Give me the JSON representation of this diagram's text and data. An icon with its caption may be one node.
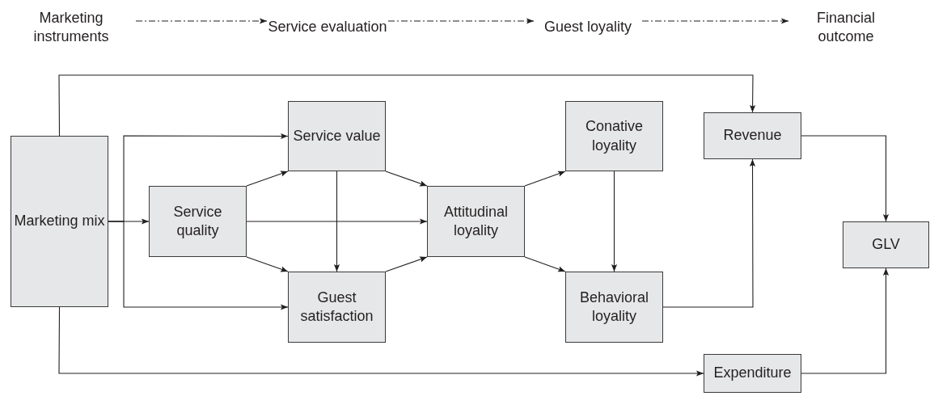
{
  "diagram": {
    "nodes": [
      {
        "text": [
          "Marketing instruments"
        ]
      },
      {
        "text": [
          "Service evaluation"
        ]
      },
      {
        "text": [
          "Guest loyality"
        ]
      },
      {
        "text": [
          "Financial outcome"
        ]
      },
      {
        "text": [
          "Marketing mix"
        ]
      },
      {
        "text": [
          "Service quality"
        ]
      },
      {
        "text": [
          "Service value"
        ]
      },
      {
        "text": [
          "Guest satisfaction"
        ]
      },
      {
        "text": [
          "Attitudinal loyality"
        ]
      },
      {
        "text": [
          "Conative loyality"
        ]
      },
      {
        "text": [
          "Behavioral loyality"
        ]
      },
      {
        "text": [
          "Revenue"
        ]
      },
      {
        "text": [
          "GLV"
        ]
      },
      {
        "text": [
          "Expenditure"
        ]
      }
    ],
    "edges": [
      {
        "from": 0,
        "to": 1,
        "arrow": "to",
        "style": "dashed"
      },
      {
        "from": 1,
        "to": 2,
        "arrow": "to",
        "style": "dashed"
      },
      {
        "from": 2,
        "to": 3,
        "arrow": "to",
        "style": "dashed"
      },
      {
        "from": 4,
        "to": 11,
        "arrow": "to"
      },
      {
        "from": 4,
        "to": 5,
        "arrow": "to"
      },
      {
        "from": 4,
        "to": 6,
        "arrow": "to"
      },
      {
        "from": 4,
        "to": 7,
        "arrow": "to"
      },
      {
        "from": 4,
        "to": 13,
        "arrow": "to"
      },
      {
        "from": 5,
        "to": 6,
        "arrow": "to"
      },
      {
        "from": 5,
        "to": 8,
        "arrow": "to"
      },
      {
        "from": 5,
        "to": 7,
        "arrow": "to"
      },
      {
        "from": 6,
        "to": 7,
        "arrow": "to"
      },
      {
        "from": 6,
        "to": 8,
        "arrow": "to"
      },
      {
        "from": 7,
        "to": 8,
        "arrow": "to"
      },
      {
        "from": 8,
        "to": 9,
        "arrow": "to"
      },
      {
        "from": 8,
        "to": 10,
        "arrow": "to"
      },
      {
        "from": 9,
        "to": 10,
        "arrow": "to"
      },
      {
        "from": 10,
        "to": 11,
        "arrow": "to"
      },
      {
        "from": 11,
        "to": 12,
        "arrow": "to"
      },
      {
        "from": 13,
        "to": 12,
        "arrow": "to"
      }
    ]
  }
}
